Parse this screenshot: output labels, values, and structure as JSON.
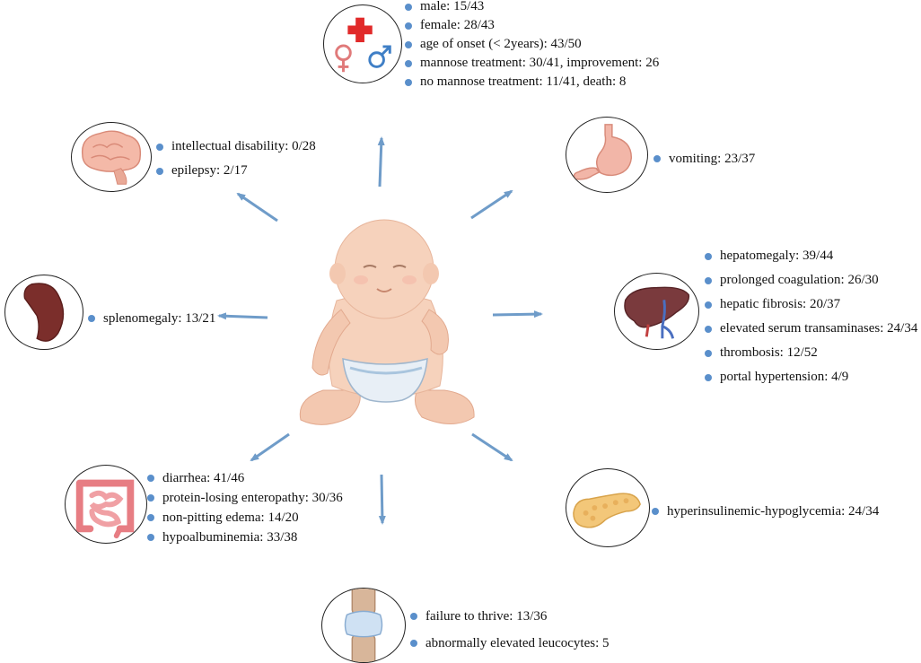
{
  "colors": {
    "bullet": "#5a8fcb",
    "arrow": "#6f9cc9",
    "outline": "#222222"
  },
  "center": {
    "icon": "baby-illustration"
  },
  "groups": {
    "general": {
      "icon": "gender-cross-icon",
      "items": [
        "male: 15/43",
        "female: 28/43",
        "age of onset (< 2years): 43/50",
        "mannose treatment: 30/41, improvement: 26",
        "no mannose treatment: 11/41, death: 8"
      ]
    },
    "brain": {
      "icon": "brain-icon",
      "items": [
        "intellectual disability: 0/28",
        "epilepsy: 2/17"
      ]
    },
    "stomach": {
      "icon": "stomach-icon",
      "items": [
        "vomiting: 23/37"
      ]
    },
    "spleen": {
      "icon": "spleen-icon",
      "items": [
        "splenomegaly: 13/21"
      ]
    },
    "liver": {
      "icon": "liver-icon",
      "items": [
        "hepatomegaly: 39/44",
        "prolonged coagulation: 26/30",
        "hepatic fibrosis: 20/37",
        "elevated serum transaminases: 24/34",
        "thrombosis: 12/52",
        "portal hypertension: 4/9"
      ]
    },
    "intestine": {
      "icon": "intestine-icon",
      "items": [
        "diarrhea: 41/46",
        "protein-losing enteropathy: 30/36",
        "non-pitting edema: 14/20",
        "hypoalbuminemia: 33/38"
      ]
    },
    "pancreas": {
      "icon": "pancreas-icon",
      "items": [
        "hyperinsulinemic-hypoglycemia: 24/34"
      ]
    },
    "bone": {
      "icon": "joint-icon",
      "items": [
        "failure to thrive: 13/36",
        "abnormally elevated leucocytes: 5"
      ]
    }
  }
}
